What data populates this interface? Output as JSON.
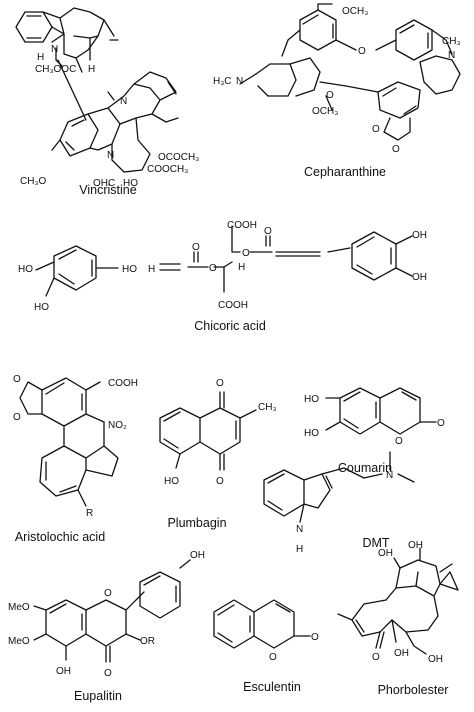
{
  "compounds": [
    {
      "name": "Vincristine",
      "atoms": {
        "n_indole": "N",
        "h_indole": "H",
        "ester_top": "CH₃OOC",
        "h_top": "H",
        "n_bridge": "N",
        "methoxy": "CH₃O",
        "n_aryl": "N",
        "ohc": "OHC",
        "oh": "HO",
        "ococh3": "OCOCH₃",
        "cooch3": "COOCH₃"
      }
    },
    {
      "name": "Cepharanthine",
      "atoms": {
        "och3_top": "OCH₃",
        "o_bridge1": "O",
        "n_left": "N",
        "h3c_n": "H₃C",
        "n_right": "N",
        "ch3_right": "CH₃",
        "o_bridge2": "O",
        "och3_mid": "OCH₃",
        "o_diox1": "O",
        "o_diox2": "O"
      }
    },
    {
      "name": "Chicoric acid",
      "atoms": {
        "ho_top": "HO",
        "ho_bottom": "HO",
        "ho_chain": "HO",
        "cooh_top": "COOH",
        "cooh_bottom": "COOH",
        "o_ester1": "O",
        "o_ester2": "O",
        "o_carb1": "O",
        "o_carb2": "O",
        "h_right": "H",
        "h_left": "H",
        "oh_r1": "OH",
        "oh_r2": "OH"
      }
    },
    {
      "name": "Aristolochic acid",
      "atoms": {
        "cooh": "COOH",
        "no2": "NO₂",
        "o1": "O",
        "o2": "O",
        "r": "R"
      }
    },
    {
      "name": "Plumbagin",
      "atoms": {
        "o_top": "O",
        "o_bottom": "O",
        "ch3": "CH₃",
        "ho": "HO"
      }
    },
    {
      "name": "Coumarin",
      "atoms": {
        "ho1": "HO",
        "ho2": "HO",
        "o_ring": "O",
        "o_carb": "O"
      }
    },
    {
      "name": "DMT",
      "atoms": {
        "n_amine": "N",
        "n_indole": "N",
        "h": "H"
      }
    },
    {
      "name": "Eupalitin",
      "atoms": {
        "oh_top": "OH",
        "meo1": "MeO",
        "meo2": "MeO",
        "oh_bottom": "OH",
        "o_carb": "O",
        "o_ring": "O",
        "or": "OR"
      }
    },
    {
      "name": "Esculentin",
      "atoms": {
        "o_ring": "O",
        "o_carb": "O"
      }
    },
    {
      "name": "Phorbolester",
      "atoms": {
        "oh1": "OH",
        "oh2": "OH",
        "oh3": "OH",
        "oh4": "OH",
        "o": "O"
      }
    }
  ]
}
